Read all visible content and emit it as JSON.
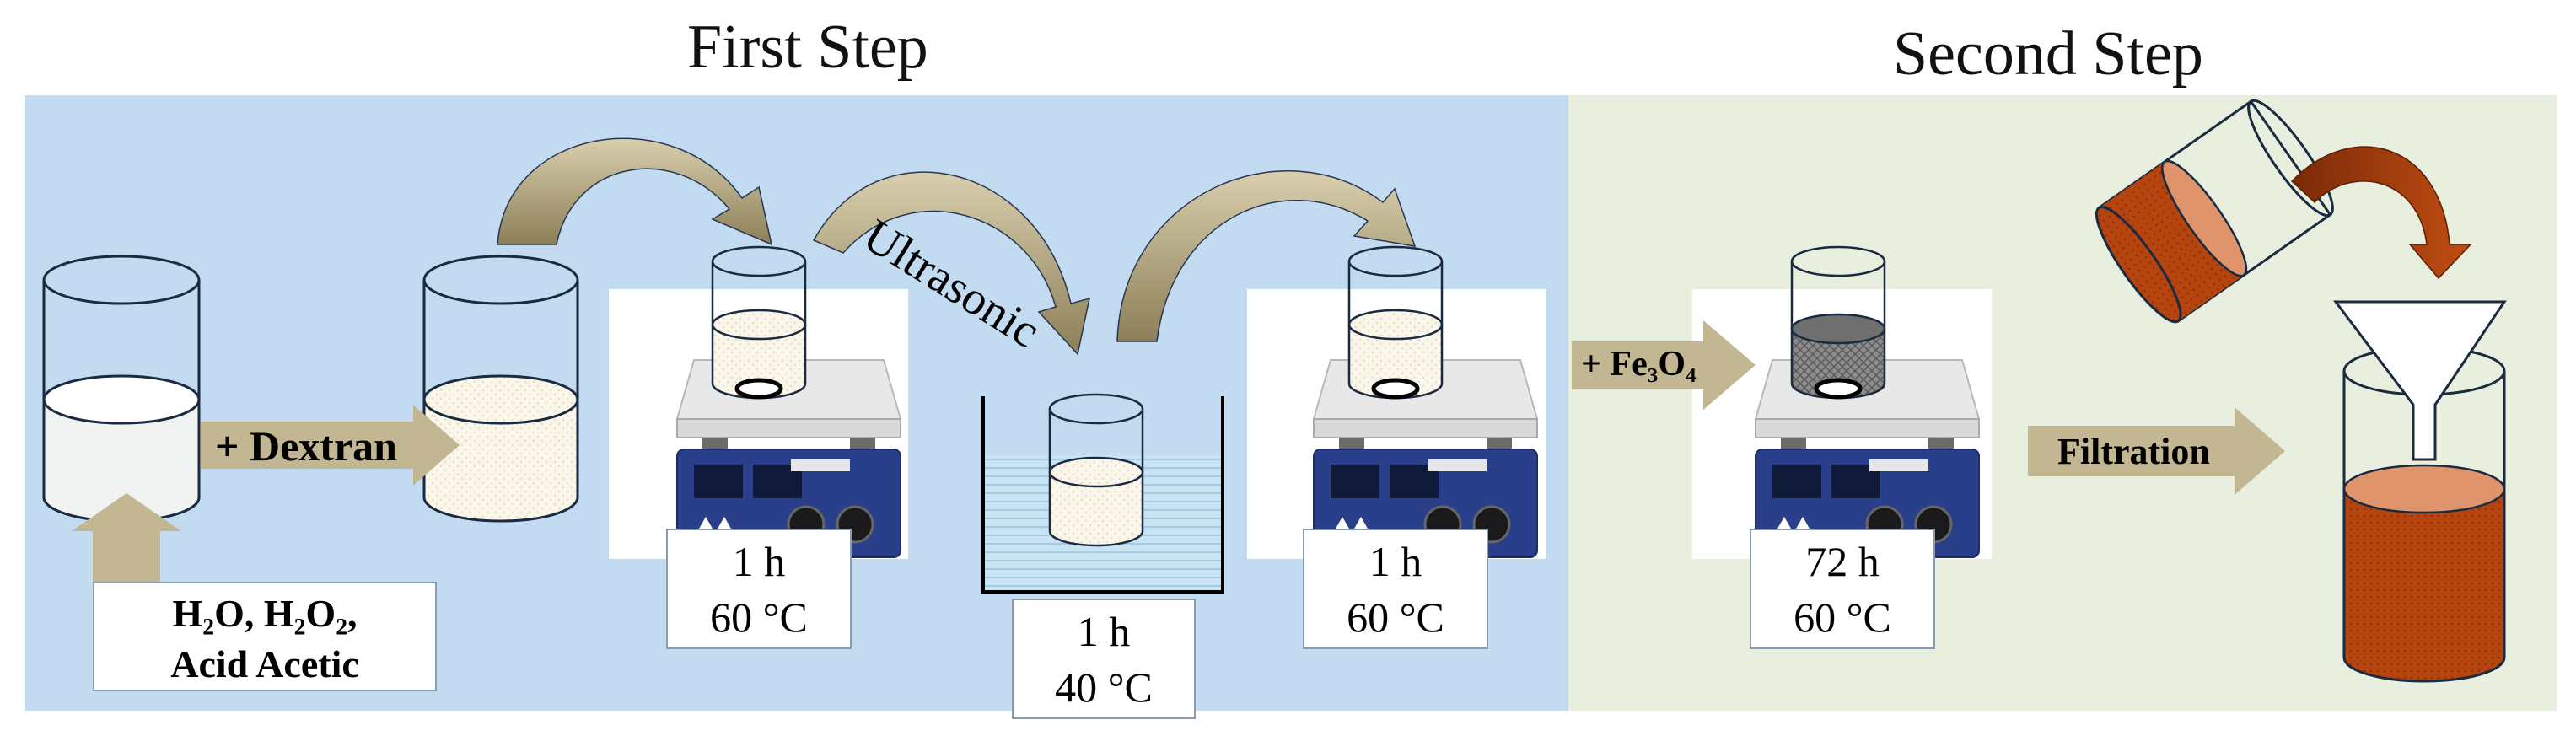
{
  "titles": {
    "first": "First Step",
    "second": "Second Step"
  },
  "labels": {
    "reagents_line1": "H₂O, H₂O₂,",
    "reagents_line2": "Acid Acetic",
    "dextran": "+ Dextran",
    "ultrasonic": "Ultrasonic",
    "fe3o4": "+ Fe₃O₄",
    "filtration": "Filtration"
  },
  "conditions": [
    {
      "time": "1 h",
      "temp": "60 °C"
    },
    {
      "time": "1 h",
      "temp": "40 °C"
    },
    {
      "time": "1 h",
      "temp": "60 °C"
    },
    {
      "time": "72 h",
      "temp": "60 °C"
    }
  ],
  "colors": {
    "first_panel": "#c3dbf0",
    "second_panel": "#e9efdf",
    "arrow": "#c2b792",
    "arrow_dark": "#8c7f58",
    "stirrer_blue": "#2a3f8a",
    "rust": "#b5440f"
  }
}
